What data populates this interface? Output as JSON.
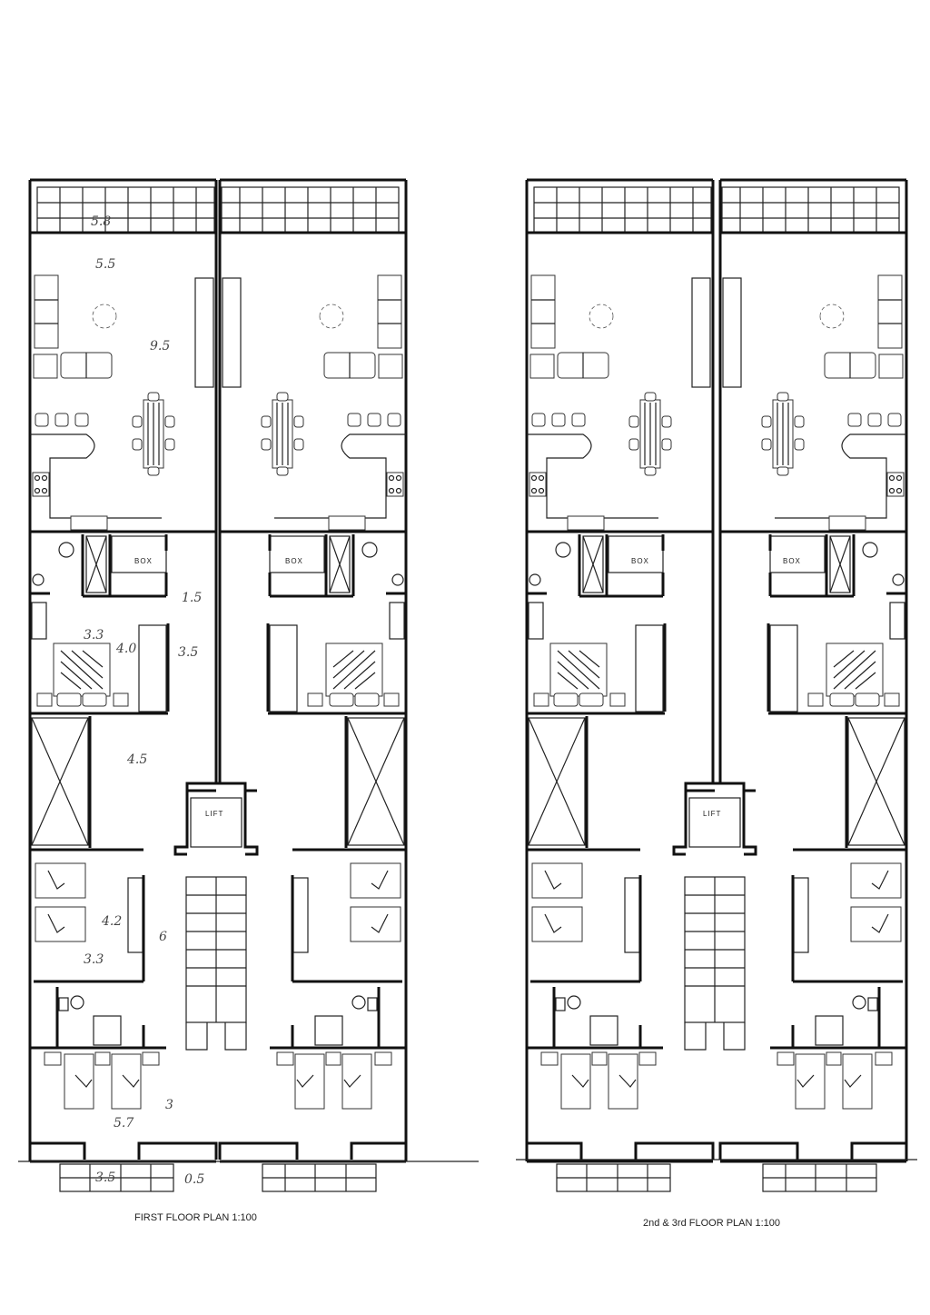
{
  "plans": [
    {
      "caption": "FIRST FLOOR PLAN 1:100",
      "lift_label": "LIFT",
      "box_labels": [
        "BOX",
        "BOX"
      ]
    },
    {
      "caption": "2nd & 3rd  FLOOR PLAN 1:100",
      "lift_label": "LIFT",
      "box_labels": [
        "BOX",
        "BOX"
      ]
    }
  ],
  "handwritten_dimensions": [
    "5.8",
    "5.5",
    "9.5",
    "3.3",
    "4.0",
    "3.5",
    "1.5",
    "4.5",
    "4.2",
    "6",
    "3.3",
    "3",
    "5.7",
    "3.5",
    "0.5"
  ],
  "colors": {
    "line": "#111111",
    "paper": "#ffffff"
  }
}
